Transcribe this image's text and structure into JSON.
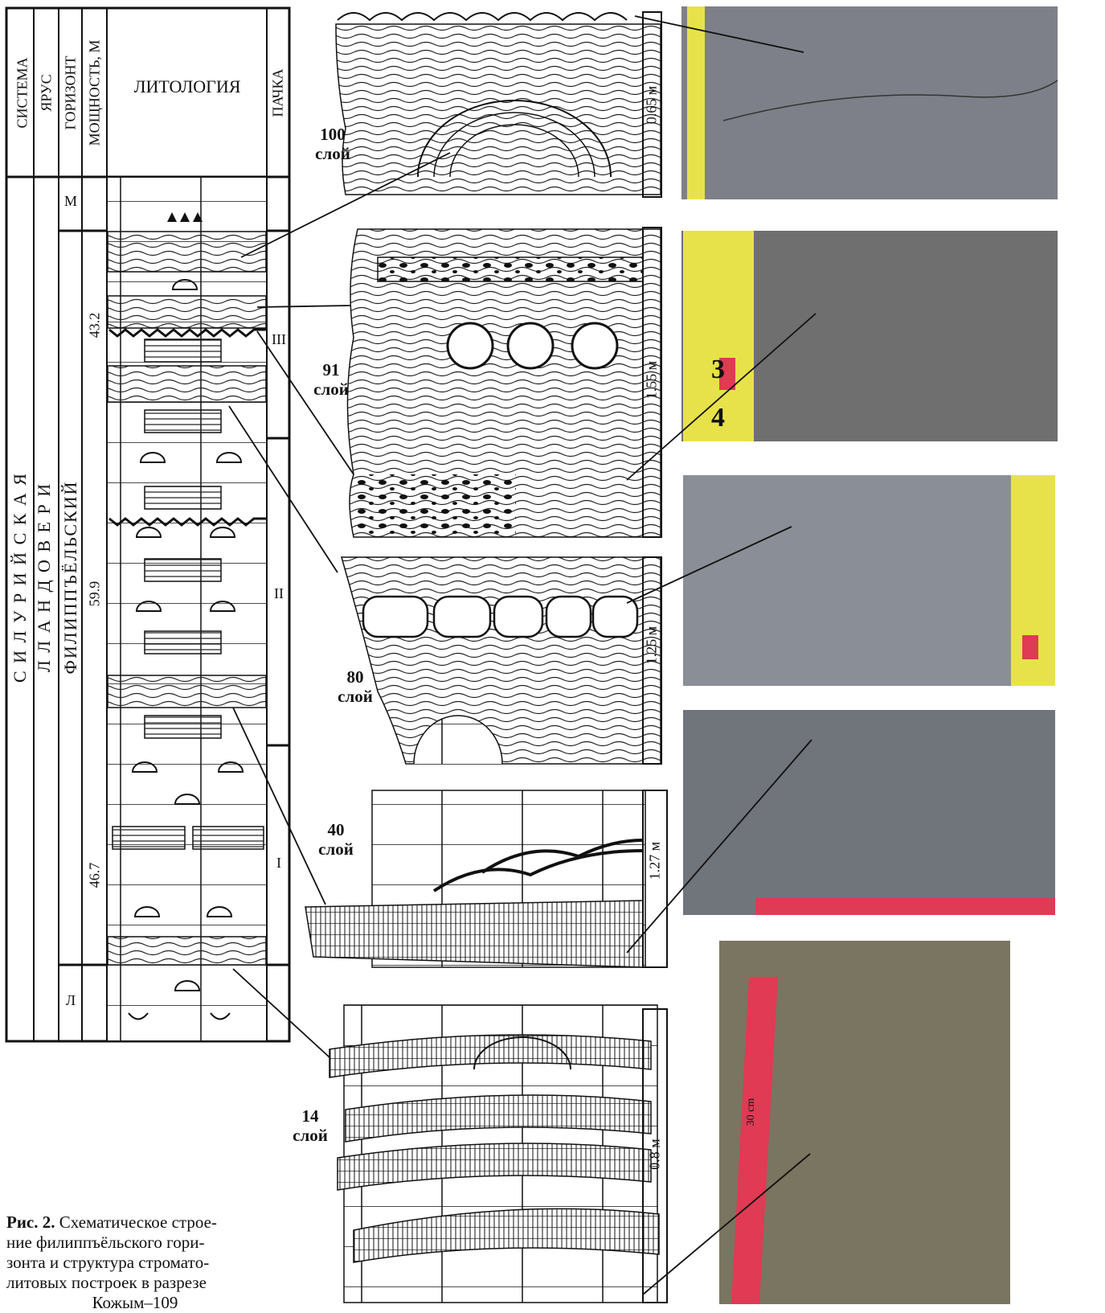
{
  "column_headers": {
    "system": "СИСТЕМА",
    "stage": "ЯРУС",
    "horizon": "ГОРИЗОНТ",
    "thickness": "МОЩНОСТЬ, М",
    "lithology": "ЛИТОЛОГИЯ",
    "member": "ПАЧКА"
  },
  "column_values": {
    "system": "С И Л У Р И Й С К А Я",
    "stage": "Л Л А Н Д О В Е Р И",
    "horizon_main": "ФИЛИППЪЁЛЬСКИЙ",
    "horizon_top": "М",
    "horizon_bottom": "Л",
    "thickness_values": [
      "43.2",
      "59.9",
      "46.7"
    ],
    "members": [
      "III",
      "II",
      "I"
    ]
  },
  "layers": [
    {
      "number": "100",
      "word": "слой",
      "thickness": "0.65 м"
    },
    {
      "number": "91",
      "word": "слой",
      "thickness": "1.55 м"
    },
    {
      "number": "80",
      "word": "слой",
      "thickness": "1.25 м"
    },
    {
      "number": "40",
      "word": "слой",
      "thickness": "1.27 м"
    },
    {
      "number": "14",
      "word": "слой",
      "thickness": "0.8 м"
    }
  ],
  "photo_scale_label": "30 cm",
  "ruler_numbers": [
    "3",
    "4"
  ],
  "caption": {
    "label": "Рис. 2.",
    "text_line1": "Схематическое строе-",
    "text_line2": "ние филиппъёльского гори-",
    "text_line3": "зонта и структура строматo-",
    "text_line4": "литовых построек в разрезе",
    "text_line5": "Кожым–109"
  },
  "colors": {
    "line": "#111111",
    "photo_gray": "#7d8088",
    "ruler_yellow": "#e8e24a",
    "ruler_red": "#e03a55"
  }
}
